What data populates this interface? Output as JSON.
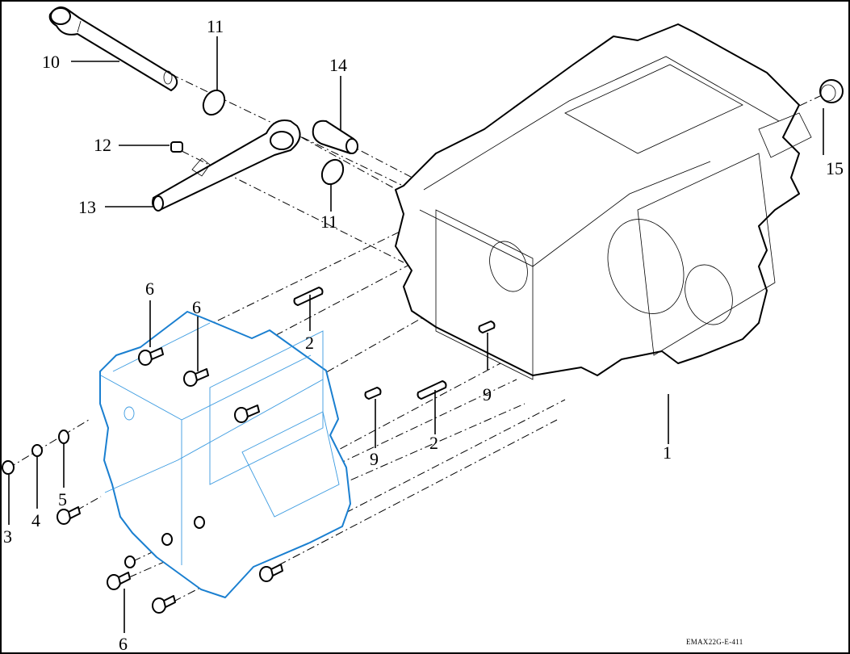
{
  "diagram": {
    "title": "Transmission case exploded view",
    "drawing_code": "EMAX22G-E-411",
    "highlight_color": "#1a7fd0",
    "line_color": "#000000",
    "callouts": [
      {
        "id": "c1",
        "number": "1",
        "part": "transmission case"
      },
      {
        "id": "c2a",
        "number": "2",
        "part": "dowel pin"
      },
      {
        "id": "c2b",
        "number": "2",
        "part": "dowel pin"
      },
      {
        "id": "c3",
        "number": "3",
        "part": "plug"
      },
      {
        "id": "c4",
        "number": "4",
        "part": "washer"
      },
      {
        "id": "c5",
        "number": "5",
        "part": "washer"
      },
      {
        "id": "c6a",
        "number": "6",
        "part": "bolt"
      },
      {
        "id": "c6b",
        "number": "6",
        "part": "bolt"
      },
      {
        "id": "c6c",
        "number": "6",
        "part": "bolt"
      },
      {
        "id": "c9a",
        "number": "9",
        "part": "pin"
      },
      {
        "id": "c9b",
        "number": "9",
        "part": "pin"
      },
      {
        "id": "c10",
        "number": "10",
        "part": "shaft"
      },
      {
        "id": "c11a",
        "number": "11",
        "part": "o-ring"
      },
      {
        "id": "c11b",
        "number": "11",
        "part": "o-ring"
      },
      {
        "id": "c12",
        "number": "12",
        "part": "grease nipple"
      },
      {
        "id": "c13",
        "number": "13",
        "part": "lever shaft"
      },
      {
        "id": "c14",
        "number": "14",
        "part": "bushing"
      },
      {
        "id": "c15",
        "number": "15",
        "part": "cap"
      }
    ]
  }
}
